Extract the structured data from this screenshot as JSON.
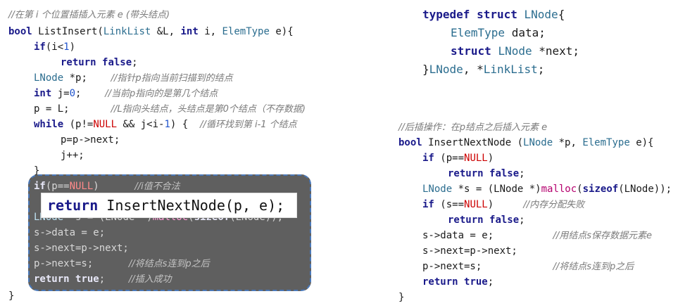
{
  "left_panel": {
    "comment_header": "//在第 i 个位置插插入元素 e (带头结点)",
    "signature": {
      "kw_bool": "bool",
      "name": " ListInsert(",
      "t1": "LinkList",
      "p1": " &L, ",
      "kw_int": "int",
      "p2": " i, ",
      "t2": "ElemType",
      "p3": " e){"
    },
    "l_if": {
      "kw": "if",
      "rest": "(i<",
      "num": "1",
      "close": ")"
    },
    "l_ret": {
      "kw1": "return",
      "kw2": "false",
      "semi": ";"
    },
    "l_lnode": {
      "type": "LNode",
      "code": " *p;    ",
      "comment": "//指针p指向当前扫描到的结点"
    },
    "l_int": {
      "kw": "int",
      "code": " j=",
      "num": "0",
      "semi": ";    ",
      "comment": "//当前p指向的是第几个结点"
    },
    "l_pl": {
      "code": "p = L;       ",
      "comment": "//L指向头结点，头结点是第0个结点（不存数据)"
    },
    "l_while": {
      "kw": "while",
      "c1": " (p!=",
      "nul": "NULL",
      "c2": " && j<i-",
      "num": "1",
      "c3": ") {  ",
      "comment": "//循环找到第 i-1 个结点"
    },
    "l_pnext": "p=p->next;",
    "l_jpp": "j++;",
    "l_brace": "}",
    "l_if2": {
      "kw": "if",
      "c1": "(p==",
      "nul": "NULL",
      "c2": ")      ",
      "comment": "//i值不合法"
    },
    "l_lnode2": {
      "type": "LNode",
      "c1": " *s = (LNode *)",
      "fn": "malloc",
      "c2": "(",
      "kw": "sizeof",
      "c3": "(LNode));"
    },
    "l_sdata": "s->data = e;",
    "l_snext": "s->next=p->next;",
    "l_pnext2": {
      "code": "p->next=s;      ",
      "comment": "//将结点s连到p之后"
    },
    "l_rettrue": {
      "kw1": "return",
      "kw2": "true",
      "semi": ";    ",
      "comment": "//插入成功"
    },
    "l_end": "}",
    "callout": {
      "kw": "return",
      "rest": " InsertNextNode(p, e);"
    }
  },
  "right_panel": {
    "typedef": {
      "kw1": "typedef",
      "kw2": "struct",
      "type": "LNode",
      "brace": "{"
    },
    "field1": {
      "type": "ElemType",
      "name": " data;"
    },
    "field2": {
      "kw": "struct",
      "type": "LNode",
      "name": " *next;"
    },
    "closing": {
      "brace": "}",
      "type1": "LNode",
      "sep": ", *",
      "type2": "LinkList",
      "semi": ";"
    },
    "comment_header": "//后插操作：在p结点之后插入元素 e",
    "signature": {
      "kw_bool": "bool",
      "name": " InsertNextNode (",
      "t1": "LNode",
      "p1": " *p, ",
      "t2": "ElemType",
      "p2": " e){"
    },
    "r_if": {
      "kw": "if",
      "c1": " (p==",
      "nul": "NULL",
      "c2": ")"
    },
    "r_ret": {
      "kw1": "return",
      "kw2": "false",
      "semi": ";"
    },
    "r_lnode": {
      "type": "LNode",
      "c1": " *s = (LNode *)",
      "fn": "malloc",
      "c2": "(",
      "kw": "sizeof",
      "c3": "(LNode));"
    },
    "r_if2": {
      "kw": "if",
      "c1": " (s==",
      "nul": "NULL",
      "c2": ")     ",
      "comment": "//内存分配失败"
    },
    "r_ret2": {
      "kw1": "return",
      "kw2": "false",
      "semi": ";"
    },
    "r_sdata": {
      "code": "s->data = e;          ",
      "comment": "//用结点s保存数据元素e"
    },
    "r_snext": "s->next=p->next;",
    "r_pnext": {
      "code": "p->next=s;            ",
      "comment": "//将结点s连到p之后"
    },
    "r_rettrue": {
      "kw1": "return",
      "kw2": "true",
      "semi": ";"
    },
    "r_end": "}"
  }
}
